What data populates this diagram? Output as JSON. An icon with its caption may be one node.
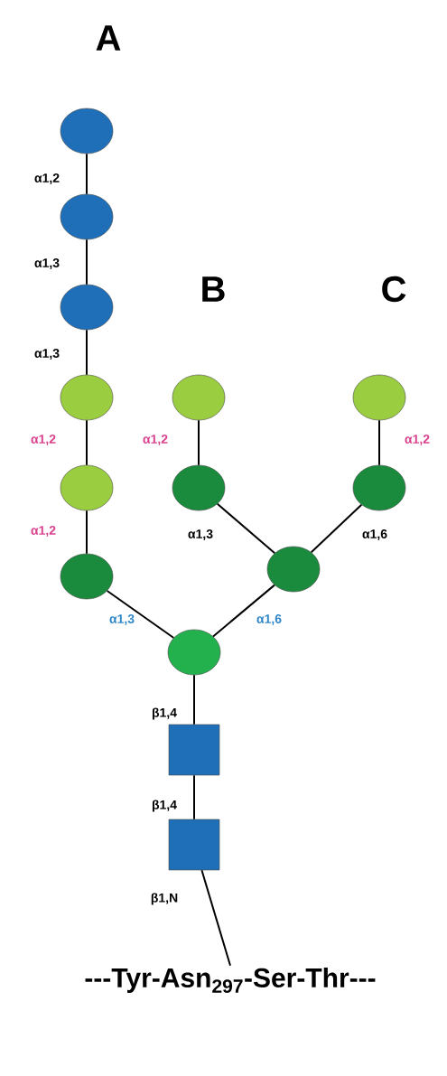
{
  "diagram": {
    "nodes": [
      {
        "text": [],
        "shape": "circle"
      },
      {
        "text": [],
        "shape": "circle"
      },
      {
        "text": [],
        "shape": "circle"
      },
      {
        "text": [],
        "shape": "circle"
      },
      {
        "text": [],
        "shape": "circle"
      },
      {
        "text": [],
        "shape": "circle"
      },
      {
        "text": [],
        "shape": "circle"
      },
      {
        "text": [],
        "shape": "circle"
      },
      {
        "text": [],
        "shape": "circle"
      },
      {
        "text": [],
        "shape": "circle"
      },
      {
        "text": [],
        "shape": "circle"
      },
      {
        "text": [],
        "shape": "circle"
      },
      {
        "text": [],
        "shape": "box"
      },
      {
        "text": [],
        "shape": "box"
      },
      {
        "text": [
          "---Tyr-Asn$_{297}$-Ser-Thr---"
        ]
      }
    ],
    "edges": [
      {
        "from": 0,
        "to": 1,
        "arrow": "none",
        "label": "α1,2"
      },
      {
        "from": 1,
        "to": 2,
        "arrow": "none",
        "label": "α1,3"
      },
      {
        "from": 2,
        "to": 3,
        "arrow": "none",
        "label": "α1,3"
      },
      {
        "from": 3,
        "to": 6,
        "arrow": "none",
        "label": "α1,2"
      },
      {
        "from": 6,
        "to": 9,
        "arrow": "none",
        "label": "α1,2"
      },
      {
        "from": 9,
        "to": 11,
        "arrow": "none",
        "label": "α1,3"
      },
      {
        "from": 4,
        "to": 7,
        "arrow": "none",
        "label": "α1,2"
      },
      {
        "from": 7,
        "to": 10,
        "arrow": "none",
        "label": "α1,3"
      },
      {
        "from": 5,
        "to": 8,
        "arrow": "none",
        "label": "α1,2"
      },
      {
        "from": 8,
        "to": 10,
        "arrow": "none",
        "label": "α1,6"
      },
      {
        "from": 10,
        "to": 11,
        "arrow": "none",
        "label": "α1,6"
      },
      {
        "from": 11,
        "to": 12,
        "arrow": "none",
        "label": "β1,4"
      },
      {
        "from": 12,
        "to": 13,
        "arrow": "none",
        "label": "β1,4"
      },
      {
        "from": 13,
        "to": 14,
        "arrow": "none",
        "label": "β1,N"
      }
    ],
    "labels": [
      "A",
      "B",
      "C"
    ]
  }
}
